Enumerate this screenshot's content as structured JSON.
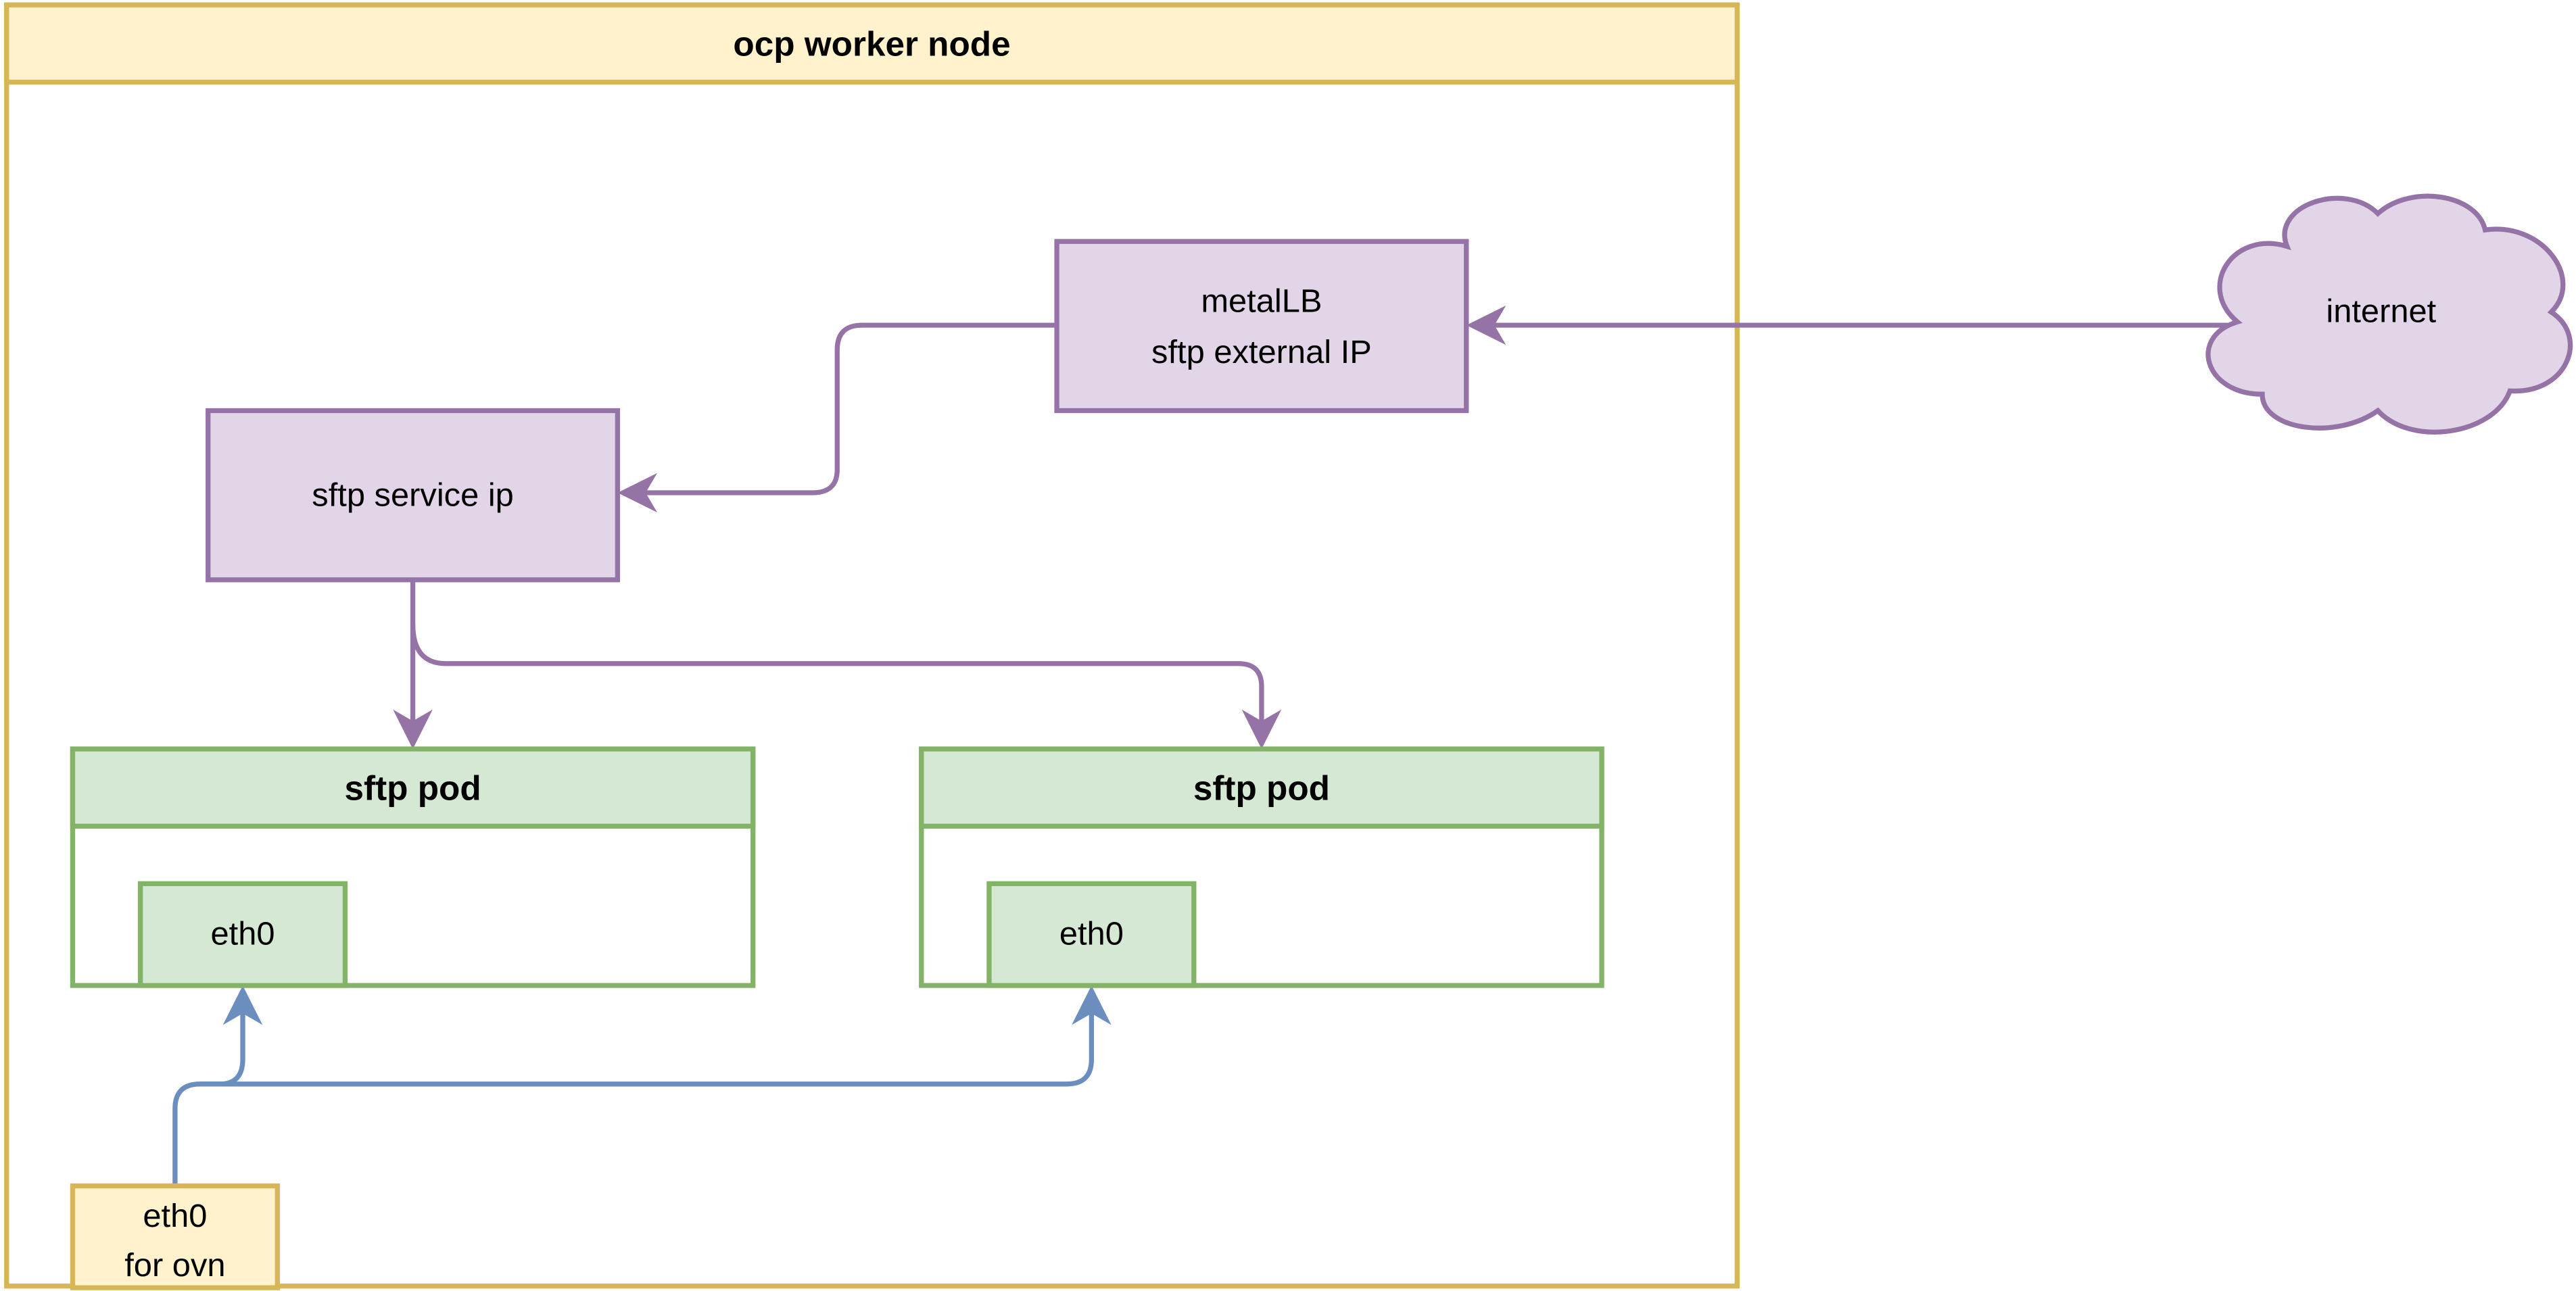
{
  "colors": {
    "yellow_stroke": "#d6b656",
    "yellow_fill": "#fff2cc",
    "purple_stroke": "#9673a6",
    "purple_fill": "#e1d5e7",
    "green_stroke": "#82b366",
    "green_fill": "#d5e8d4",
    "blue_stroke": "#6c8ebf"
  },
  "node": {
    "title": "ocp worker node"
  },
  "metallb": {
    "line1": "metalLB",
    "line2": "sftp external IP"
  },
  "service": {
    "label": "sftp service ip"
  },
  "internet": {
    "label": "internet"
  },
  "pods": [
    {
      "title": "sftp pod",
      "iface": "eth0"
    },
    {
      "title": "sftp pod",
      "iface": "eth0"
    }
  ],
  "host_iface": {
    "line1": "eth0",
    "line2": "for ovn"
  },
  "edges": [
    {
      "from": "internet",
      "to": "metalLB"
    },
    {
      "from": "metalLB",
      "to": "sftp service ip"
    },
    {
      "from": "sftp service ip",
      "to": "sftp pod 1"
    },
    {
      "from": "sftp service ip",
      "to": "sftp pod 2"
    },
    {
      "from": "eth0 for ovn",
      "to": "pod 1 eth0"
    },
    {
      "from": "eth0 for ovn",
      "to": "pod 2 eth0"
    }
  ]
}
